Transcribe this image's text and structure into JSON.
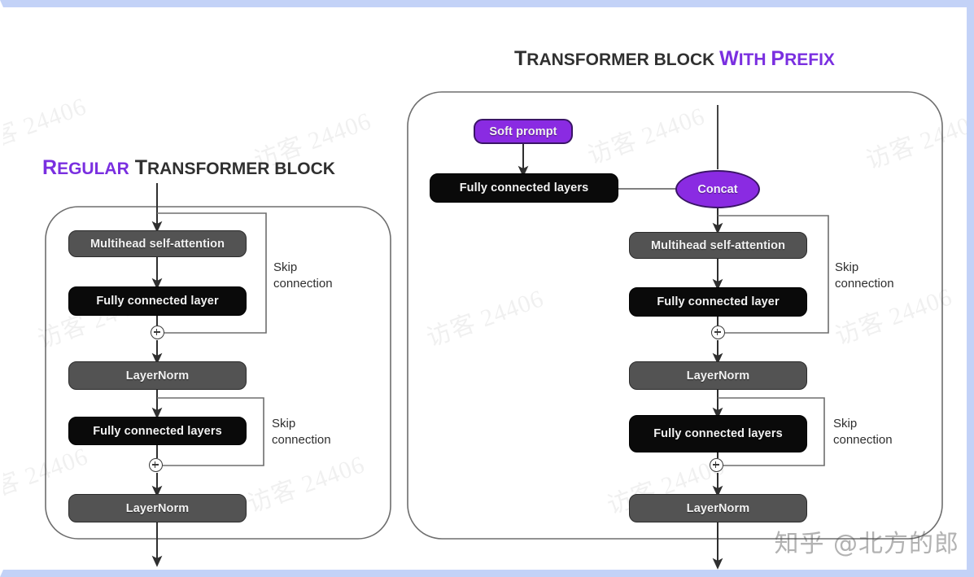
{
  "page": {
    "frame_color": "#c3d2f7",
    "background": "#ffffff",
    "accent_purple": "#8a2be2",
    "title_color": "#303030"
  },
  "watermark": {
    "tile_text": "访客 24406",
    "author_text": "知乎 @北方的郎"
  },
  "left_diagram": {
    "title": {
      "accent_cap": "R",
      "accent_rest": "EGULAR",
      "plain_cap": "T",
      "plain_rest": "RANSFORMER BLOCK"
    },
    "nodes": [
      {
        "id": "multihead",
        "label": "Multihead self-attention",
        "style": "gray"
      },
      {
        "id": "fc_layer",
        "label": "Fully connected layer",
        "style": "black"
      },
      {
        "id": "layernorm_1",
        "label": "LayerNorm",
        "style": "gray"
      },
      {
        "id": "fc_layers",
        "label": "Fully connected layers",
        "style": "black"
      },
      {
        "id": "layernorm_2",
        "label": "LayerNorm",
        "style": "gray"
      }
    ],
    "skip_labels": [
      {
        "line1": "Skip",
        "line2": "connection"
      },
      {
        "line1": "Skip",
        "line2": "connection"
      }
    ]
  },
  "right_diagram": {
    "title": {
      "plain_cap": "T",
      "plain_rest": "RANSFORMER BLOCK ",
      "accent_with_cap": "W",
      "accent_with_rest": "ITH ",
      "accent_prefix_cap": "P",
      "accent_prefix_rest": "REFIX"
    },
    "nodes": [
      {
        "id": "soft_prompt",
        "label": "Soft prompt",
        "style": "purple"
      },
      {
        "id": "fc_layers_prefix",
        "label": "Fully connected layers",
        "style": "black"
      },
      {
        "id": "concat",
        "label": "Concat",
        "style": "purple-ellipse"
      },
      {
        "id": "multihead",
        "label": "Multihead self-attention",
        "style": "gray"
      },
      {
        "id": "fc_layer",
        "label": "Fully connected layer",
        "style": "black"
      },
      {
        "id": "layernorm_1",
        "label": "LayerNorm",
        "style": "gray"
      },
      {
        "id": "fc_layers",
        "label": "Fully connected layers",
        "style": "black"
      },
      {
        "id": "layernorm_2",
        "label": "LayerNorm",
        "style": "gray"
      }
    ],
    "skip_labels": [
      {
        "line1": "Skip",
        "line2": "connection"
      },
      {
        "line1": "Skip",
        "line2": "connection"
      }
    ]
  }
}
